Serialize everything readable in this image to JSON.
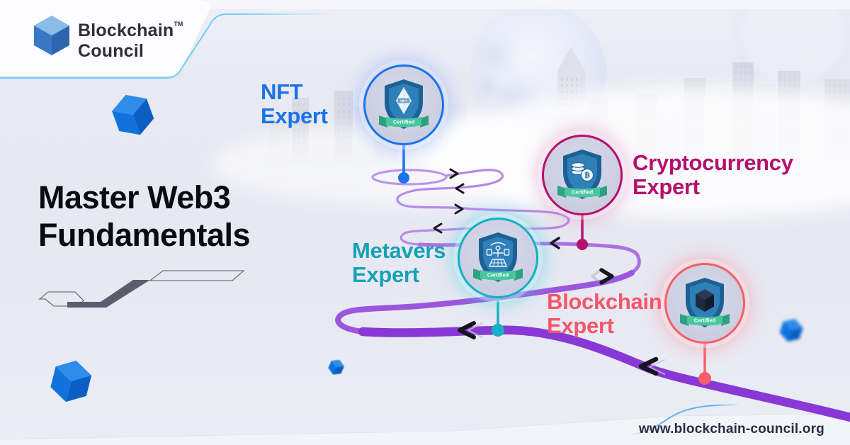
{
  "brand": {
    "line1": "Blockchain",
    "line2": "Council",
    "trademark": "TM"
  },
  "headline": {
    "line1": "Master Web3",
    "line2": "Fundamentals"
  },
  "milestones": [
    {
      "title_line1": "NFT",
      "title_line2": "Expert",
      "ribbon": "Certified",
      "icon": "nft-diamond-icon",
      "icon_label": "NFT",
      "accent": "#1a73e8"
    },
    {
      "title_line1": "Cryptocurrency",
      "title_line2": "Expert",
      "ribbon": "Certified",
      "icon": "bitcoin-coin-icon",
      "icon_label": "₿",
      "accent": "#b5106b"
    },
    {
      "title_line1": "Metavers",
      "title_line2": "Expert",
      "ribbon": "Certified",
      "icon": "metaverse-vr-icon",
      "icon_label": "",
      "accent": "#14b0c4"
    },
    {
      "title_line1": "Blockchain",
      "title_line2": "Expert",
      "ribbon": "Certified",
      "icon": "blockchain-cube-icon",
      "icon_label": "",
      "accent": "#f4566a"
    }
  ],
  "footer": {
    "website": "www.blockchain-council.org"
  },
  "palette": {
    "path_purple": "#8838d4",
    "certified_green": "#48c79f",
    "shield_blue_outer": "#1c6094",
    "shield_blue_inner": "#2f80b9",
    "cube_blue": "#1272dd",
    "accent_line_blue": "#6fcdf5",
    "headline_ink": "#0a0a15"
  }
}
